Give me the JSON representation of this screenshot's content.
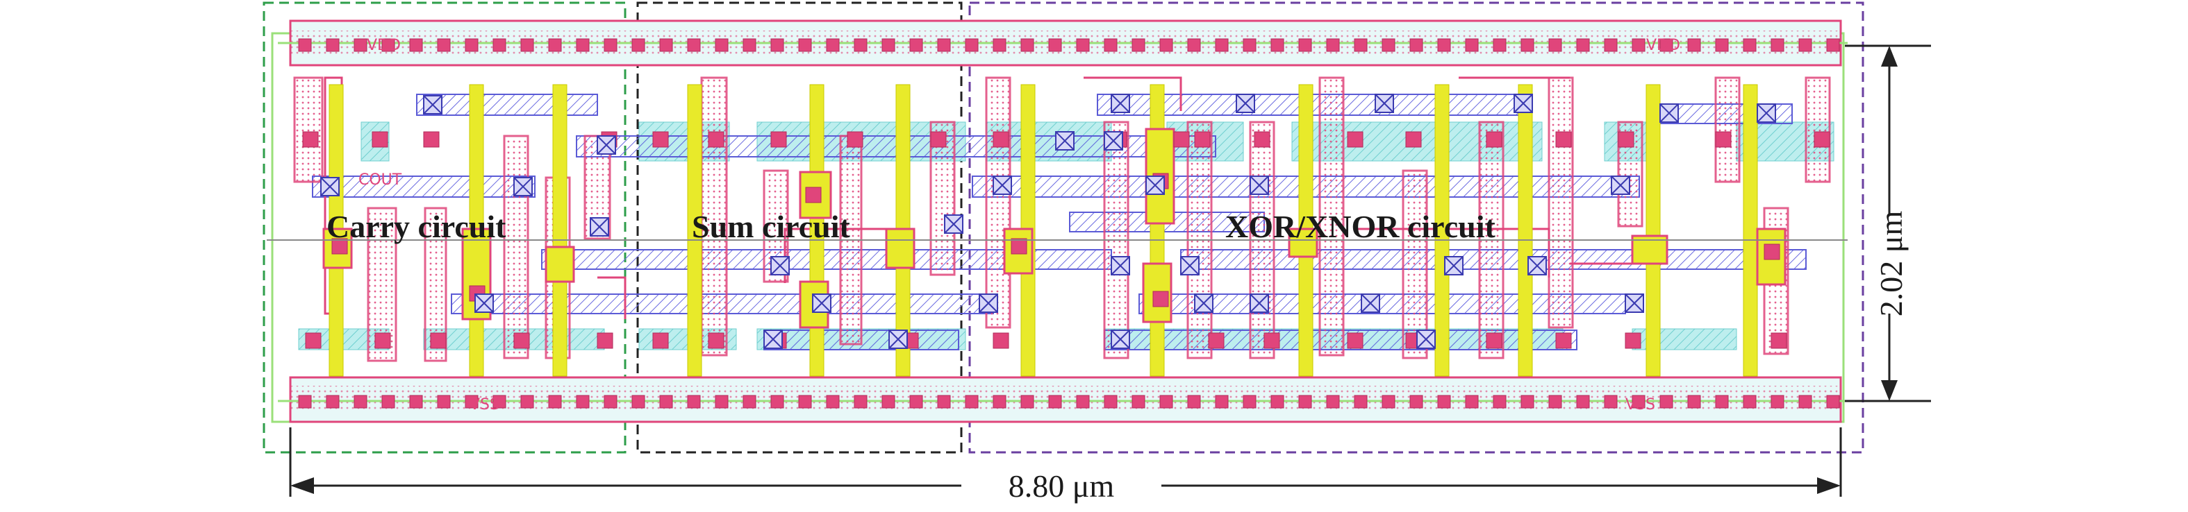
{
  "regions": [
    {
      "label": "Carry circuit",
      "border_color": "#2e9e4a"
    },
    {
      "label": "Sum circuit",
      "border_color": "#222222"
    },
    {
      "label": "XOR/XNOR circuit",
      "border_color": "#6a3fa0"
    }
  ],
  "dimensions": {
    "width_label": "8.80 μm",
    "height_label": "2.02 μm"
  },
  "pins": {
    "vdd_left": "VDD",
    "vdd_right": "VDD",
    "vss_left": "VSS",
    "vss_right": "VSS",
    "cout": "COUT"
  },
  "colors": {
    "metal1": "#e0457b",
    "metal2": "#5b5bd6",
    "poly": "#e8ea2a",
    "diffusion": "#7fd6d6",
    "nwell": "#9be07a",
    "contact": "#e0457b"
  }
}
